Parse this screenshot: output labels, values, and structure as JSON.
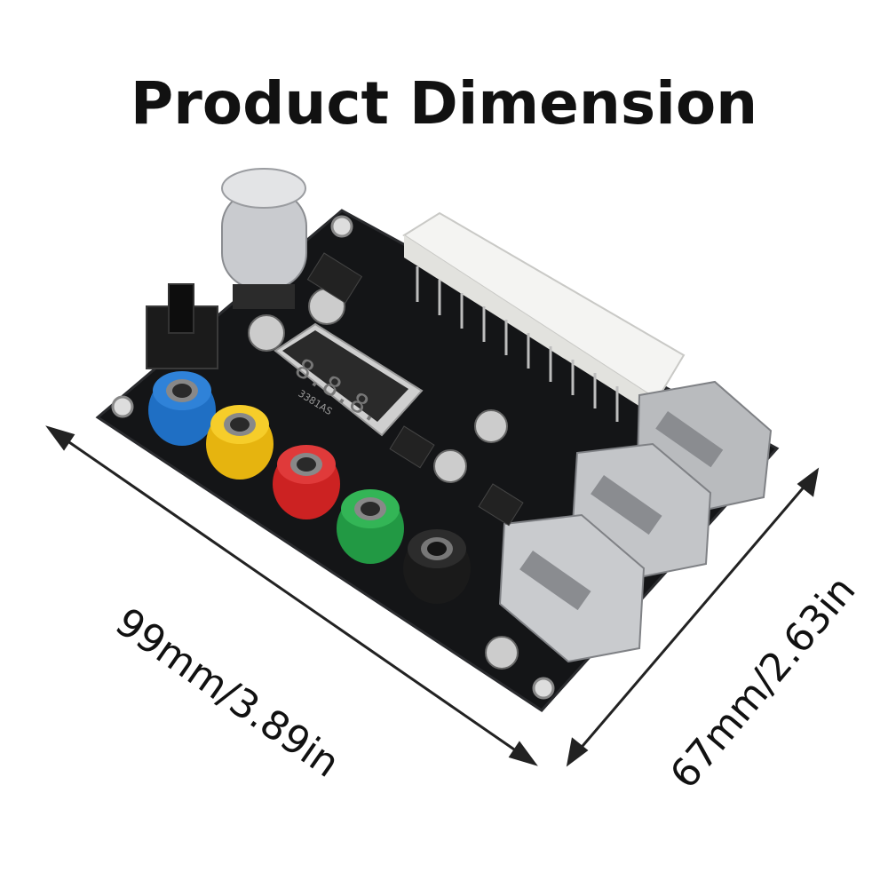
{
  "title": "Product Dimension",
  "dimensions": {
    "width": "99mm/3.89in",
    "depth": "67mm/2.63in"
  },
  "board": {
    "jack_colors": [
      "#1f6fc4",
      "#f0c419",
      "#d62828",
      "#2aa84a",
      "#1a1a1a"
    ],
    "pcb_color": "#151618",
    "display_digits": "8.8.8.",
    "display_label": "3381AS"
  },
  "colors": {
    "text": "#111111",
    "arrow": "#222222"
  }
}
